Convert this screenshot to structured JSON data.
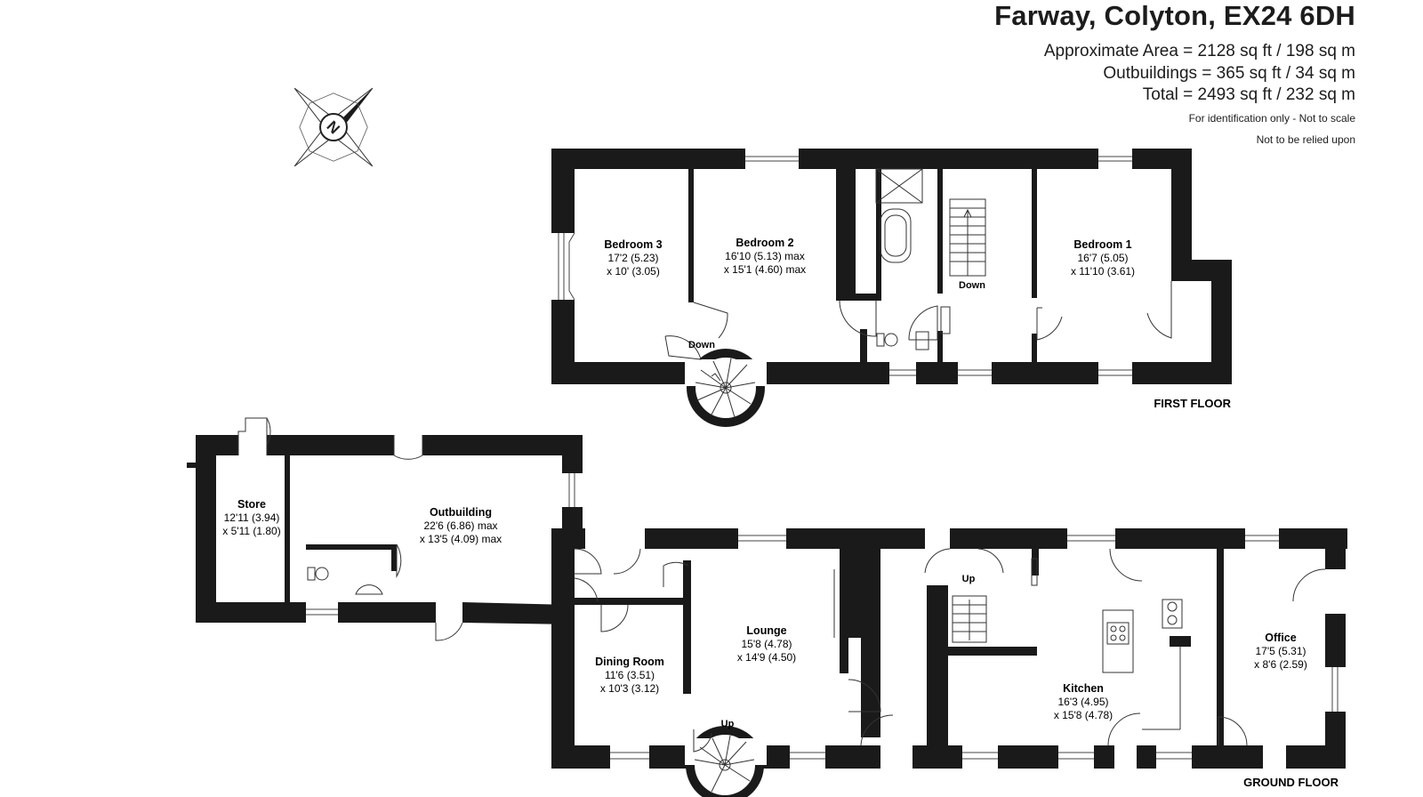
{
  "header": {
    "address": "Farway, Colyton, EX24 6DH",
    "approx_area": "Approximate Area = 2128 sq ft / 198 sq m",
    "outbuildings": "Outbuildings = 365 sq ft / 34 sq m",
    "total": "Total = 2493 sq ft / 232 sq m",
    "note1": "For identification only - Not to scale",
    "note2": "Not to be relied upon"
  },
  "compass": {
    "letter": "N"
  },
  "first_floor": {
    "label": "FIRST FLOOR",
    "rooms": {
      "bedroom3": {
        "name": "Bedroom 3",
        "dim1": "17'2 (5.23)",
        "dim2": "x 10' (3.05)"
      },
      "bedroom2": {
        "name": "Bedroom 2",
        "dim1": "16'10 (5.13) max",
        "dim2": "x 15'1 (4.60) max"
      },
      "bedroom1": {
        "name": "Bedroom 1",
        "dim1": "16'7 (5.05)",
        "dim2": "x 11'10 (3.61)"
      }
    },
    "stairs_down_left": "Down",
    "stairs_down_right": "Down"
  },
  "ground_floor": {
    "label": "GROUND FLOOR",
    "rooms": {
      "store": {
        "name": "Store",
        "dim1": "12'11 (3.94)",
        "dim2": "x 5'11 (1.80)"
      },
      "outbuilding": {
        "name": "Outbuilding",
        "dim1": "22'6 (6.86) max",
        "dim2": "x 13'5 (4.09) max"
      },
      "lounge": {
        "name": "Lounge",
        "dim1": "15'8 (4.78)",
        "dim2": "x 14'9 (4.50)"
      },
      "dining": {
        "name": "Dining Room",
        "dim1": "11'6 (3.51)",
        "dim2": "x 10'3 (3.12)"
      },
      "kitchen": {
        "name": "Kitchen",
        "dim1": "16'3 (4.95)",
        "dim2": "x 15'8 (4.78)"
      },
      "office": {
        "name": "Office",
        "dim1": "17'5 (5.31)",
        "dim2": "x 8'6 (2.59)"
      }
    },
    "stairs_up_left": "Up",
    "stairs_up_right": "Up"
  }
}
